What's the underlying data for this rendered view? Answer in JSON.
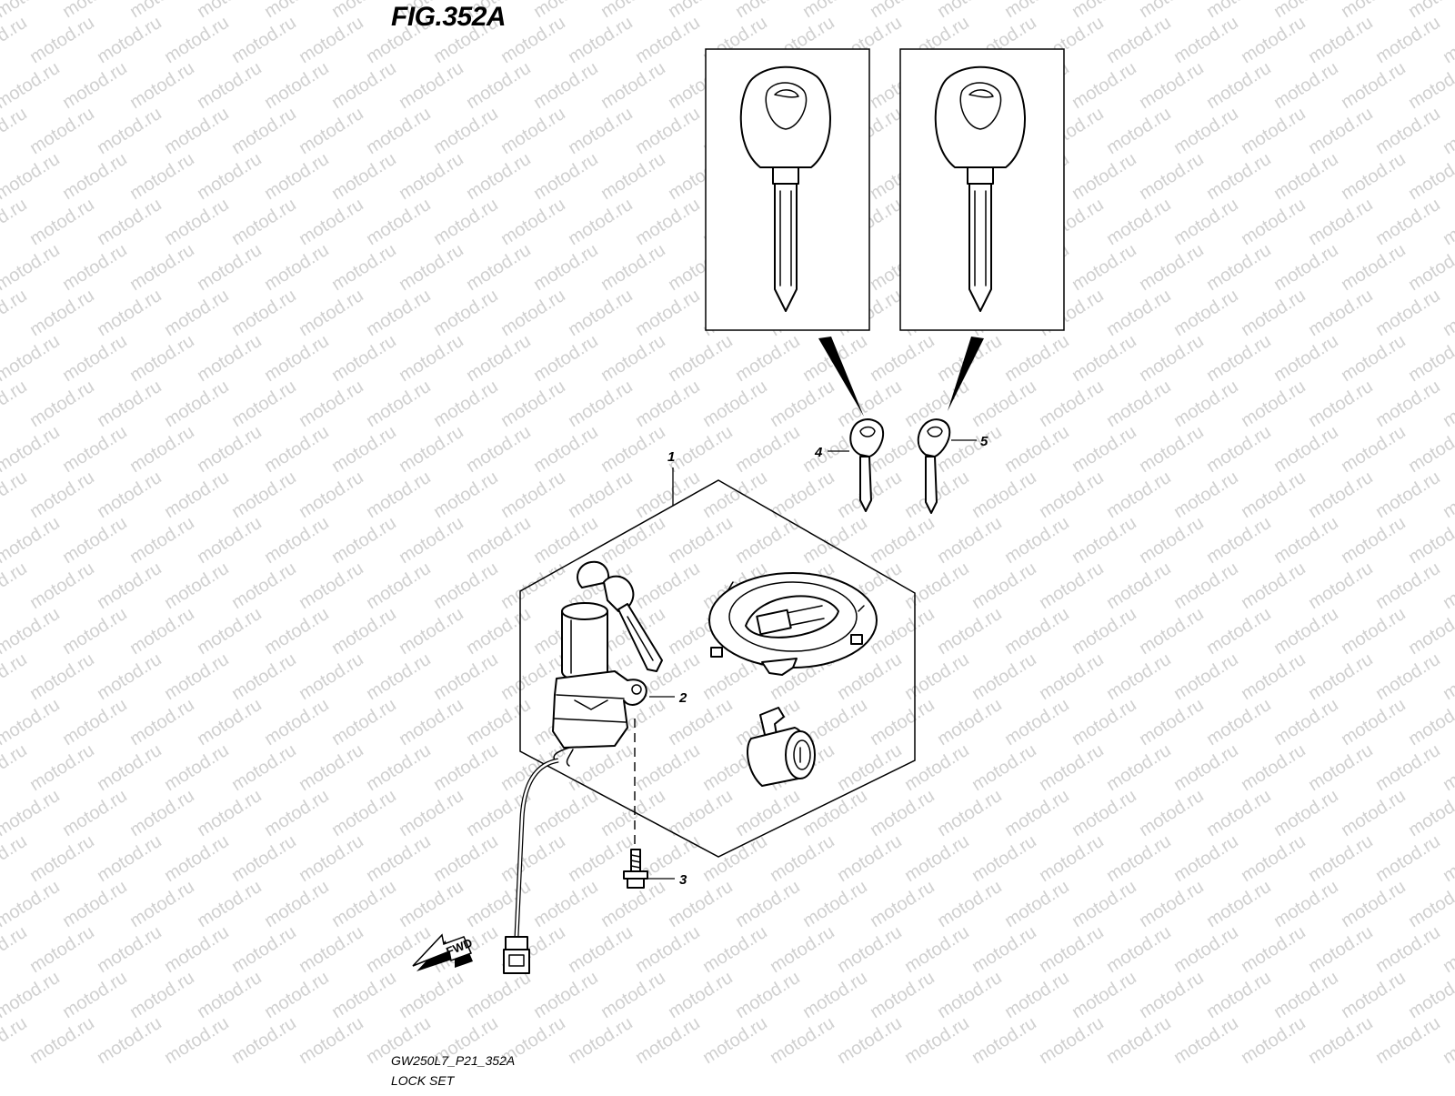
{
  "figure": {
    "title": "FIG.352A",
    "code": "GW250L7_P21_352A",
    "caption": "LOCK SET",
    "watermark": "motod.ru",
    "fwd_label": "FWD"
  },
  "callouts": [
    {
      "id": "1",
      "label": "1"
    },
    {
      "id": "2",
      "label": "2"
    },
    {
      "id": "3",
      "label": "3"
    },
    {
      "id": "4",
      "label": "4"
    },
    {
      "id": "5",
      "label": "5"
    }
  ],
  "colors": {
    "line": "#000000",
    "background": "#ffffff",
    "watermark": "#d0d0d0"
  },
  "icons": {
    "fwd_arrow": "fwd-arrow-icon",
    "key": "key-icon"
  }
}
